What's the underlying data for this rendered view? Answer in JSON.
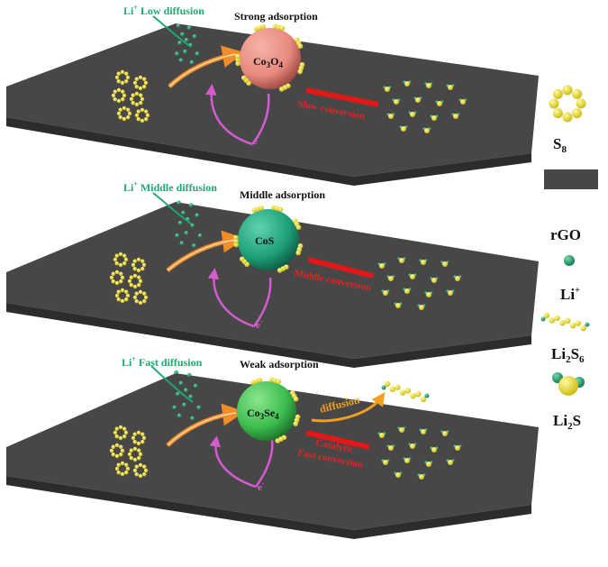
{
  "panels": [
    {
      "li_label": "Li",
      "li_sup": "+",
      "diffusion_label": " Low  diffusion",
      "adsorption_label": "Strong adsorption",
      "catalyst_main": "Co",
      "catalyst_sub1": "3",
      "catalyst_mid": "O",
      "catalyst_sub2": "4",
      "catalyst_color": "#e8897e",
      "catalyst_dark": "#8a3a33",
      "conversion_label": "Slow conversion",
      "electron_label": "e"
    },
    {
      "li_label": "Li",
      "li_sup": "+",
      "diffusion_label": " Middle  diffusion",
      "adsorption_label": "Middle adsorption",
      "catalyst_main": "CoS",
      "catalyst_color": "#1ea07a",
      "catalyst_dark": "#0b4d3a",
      "conversion_label": "Middle conversion",
      "electron_label": "e"
    },
    {
      "li_label": "Li",
      "li_sup": "+",
      "diffusion_label": " Fast  diffusion",
      "adsorption_label": "Weak adsorption",
      "catalyst_main": "Co",
      "catalyst_sub1": "3",
      "catalyst_mid": "Se",
      "catalyst_sub2": "4",
      "catalyst_color": "#3cbd4e",
      "catalyst_dark": "#165e20",
      "diffusion_arrow_label": "diffusion",
      "conversion_label_top": "Catalytic",
      "conversion_label": "Fast conversion",
      "electron_label": "e"
    }
  ],
  "legend": {
    "s8": "S",
    "s8_sub": "8",
    "rgo": "rGO",
    "li": "Li",
    "li_sup": "+",
    "li2s6_main": "Li",
    "li2s6_sub1": "2",
    "li2s6_mid": "S",
    "li2s6_sub2": "6",
    "li2s_main": "Li",
    "li2s_sub": "2",
    "li2s_end": "S"
  },
  "colors": {
    "sheet": "#474747",
    "sheet_edge": "#2c2c2c",
    "sulfur": "#f2e600",
    "li_green": "#1fa872",
    "arrow_orange": "#f08c2a",
    "arrow_pink": "#d45bd0",
    "conversion_red": "#e01818"
  }
}
